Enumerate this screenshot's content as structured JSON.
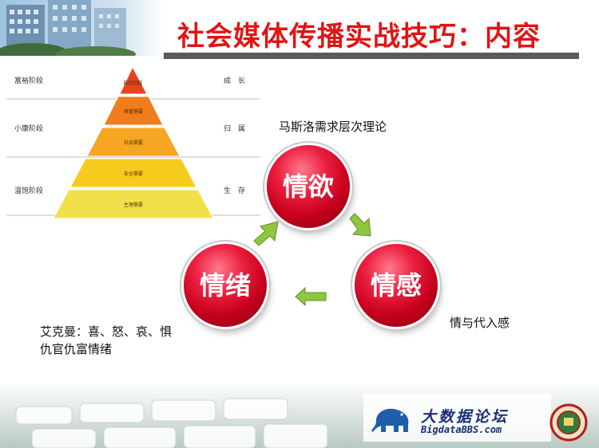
{
  "title": "社会媒体传播实战技巧：内容",
  "pyramid": {
    "left_labels": [
      "富裕阶段",
      "小康阶段",
      "温饱阶段"
    ],
    "right_labels": [
      "成　长",
      "归　属",
      "生　存"
    ],
    "layers": [
      {
        "label": "自我超越",
        "color": "#e8441c"
      },
      {
        "label": "尊重需要",
        "color": "#ef7d1e"
      },
      {
        "label": "社会需要",
        "color": "#f5a623"
      },
      {
        "label": "安全需要",
        "color": "#f7cb1d"
      },
      {
        "label": "生理需要",
        "color": "#f1e04a"
      }
    ]
  },
  "captions": {
    "maslow": "马斯洛需求层次理论",
    "daiyu": "情与代入感",
    "ekman_line1": "艾克曼：喜、怒、哀、惧",
    "ekman_line2": "仇官仇富情绪"
  },
  "cycle": {
    "top": "情欲",
    "right": "情感",
    "left": "情绪"
  },
  "colors": {
    "title_red": "#e01515",
    "ball_red": "#d7102d",
    "arrow_green": "#8dc63f",
    "logo_blue": "#1a2f7a"
  },
  "logo": {
    "name_cn": "大数据论坛",
    "name_en": "BigdataBBS.com"
  }
}
